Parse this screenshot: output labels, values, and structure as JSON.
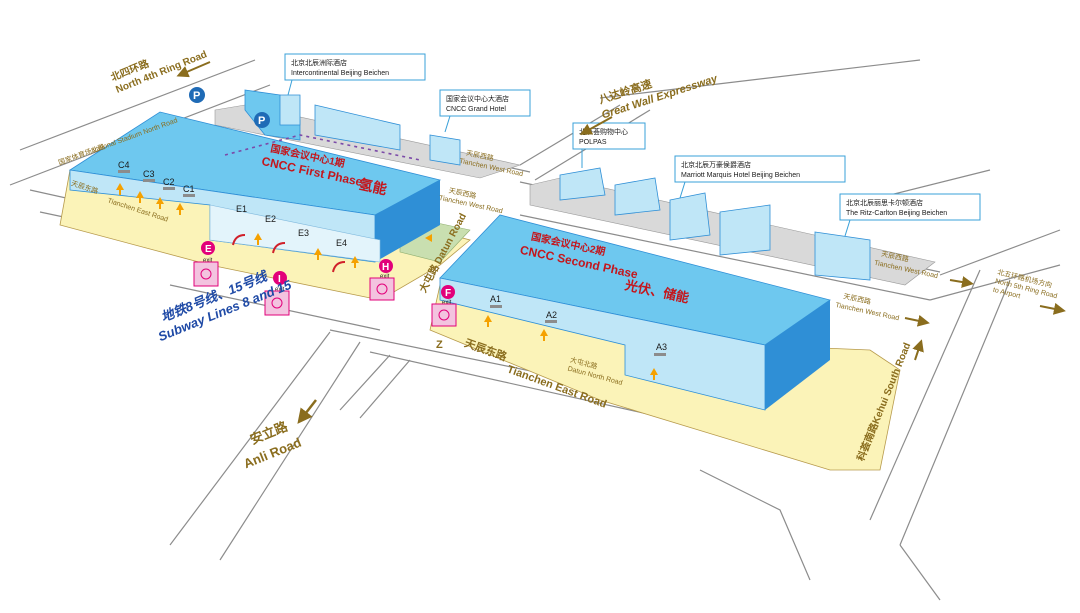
{
  "map": {
    "colors": {
      "hall_top": "#6ec8ef",
      "hall_front": "#bfe6f7",
      "hall_side": "#2f8fd6",
      "plaza": "#fbf3b8",
      "road_label": "#8a6d1e",
      "hall_label": "#c4161c",
      "subway_text": "#1f4aa6",
      "exit_pink": "#e2007a",
      "parking_blue": "#1f6bb6",
      "arrow_orange": "#f5a100",
      "arrow_red": "#d0202a"
    },
    "roads": {
      "north4": {
        "cn": "北四环路",
        "en": "North 4th Ring Road"
      },
      "great_wall": {
        "cn": "八达岭高速",
        "en": "Great Wall Expressway"
      },
      "national_stadium": {
        "cn": "国家体育场北路",
        "en": "National Stadium North Road"
      },
      "tianchen_east_small": {
        "cn": "天辰东路",
        "en": "Tianchen East Road"
      },
      "tianchen_west_1": {
        "cn": "天辰西路",
        "en": "Tianchen West Road"
      },
      "tianchen_west_2": {
        "cn": "天辰西路",
        "en": "Tianchen West Road"
      },
      "tianchen_west_3": {
        "cn": "天辰西路",
        "en": "Tianchen West Road"
      },
      "tianchen_west_4": {
        "cn": "天辰西路",
        "en": "Tianchen West Road"
      },
      "datun": {
        "cn": "大屯路",
        "en": "Datun Road"
      },
      "datun_north": {
        "cn": "大屯北路",
        "en": "Datun North Road"
      },
      "tianchen_east_big": {
        "cn": "天辰东路",
        "en": "Tianchen East Road"
      },
      "anli": {
        "cn": "安立路",
        "en": "Anli Road"
      },
      "kehui": {
        "cn": "科荟南路",
        "en": "Kehui South Road"
      },
      "north5": {
        "cn": "北五环路机场方向",
        "en1": "North 5th Ring Road",
        "en2": "to Airport"
      }
    },
    "hotels": {
      "intercontinental": {
        "cn": "北京北辰洲际酒店",
        "en": "Intercontinental Beijing Beichen"
      },
      "grand_hotel": {
        "cn": "国家会议中心大酒店",
        "en": "CNCC Grand Hotel"
      },
      "polpas": {
        "cn": "北辰荟购物中心",
        "en": "POLPAS"
      },
      "marriott": {
        "cn": "北京北辰万豪侯爵酒店",
        "en": "Marriott Marquis Hotel Beijing Beichen"
      },
      "ritz": {
        "cn": "北京北辰丽思卡尔顿酒店",
        "en": "The Ritz-Carlton Beijing Beichen"
      }
    },
    "halls": {
      "phase1": {
        "cn": "国家会议中心1期",
        "en": "CNCC  First Phase",
        "tag": "氢能"
      },
      "phase2": {
        "cn": "国家会议中心2期",
        "en": "CNCC  Second Phase",
        "tag": "光伏、储能"
      }
    },
    "gates": [
      "C4",
      "C3",
      "C2",
      "C1",
      "E1",
      "E2",
      "E3",
      "E4",
      "A1",
      "A2",
      "A3"
    ],
    "exits": [
      {
        "letter": "E",
        "word": "exit"
      },
      {
        "letter": "I",
        "word": "exit"
      },
      {
        "letter": "H",
        "word": "exit"
      },
      {
        "letter": "F",
        "word": "exit"
      }
    ],
    "parking": [
      "P",
      "P"
    ],
    "subway": {
      "cn": "地铁8号线、15号线",
      "en1": "Subway Lines 8 and 15"
    },
    "north_marker": "Z"
  }
}
